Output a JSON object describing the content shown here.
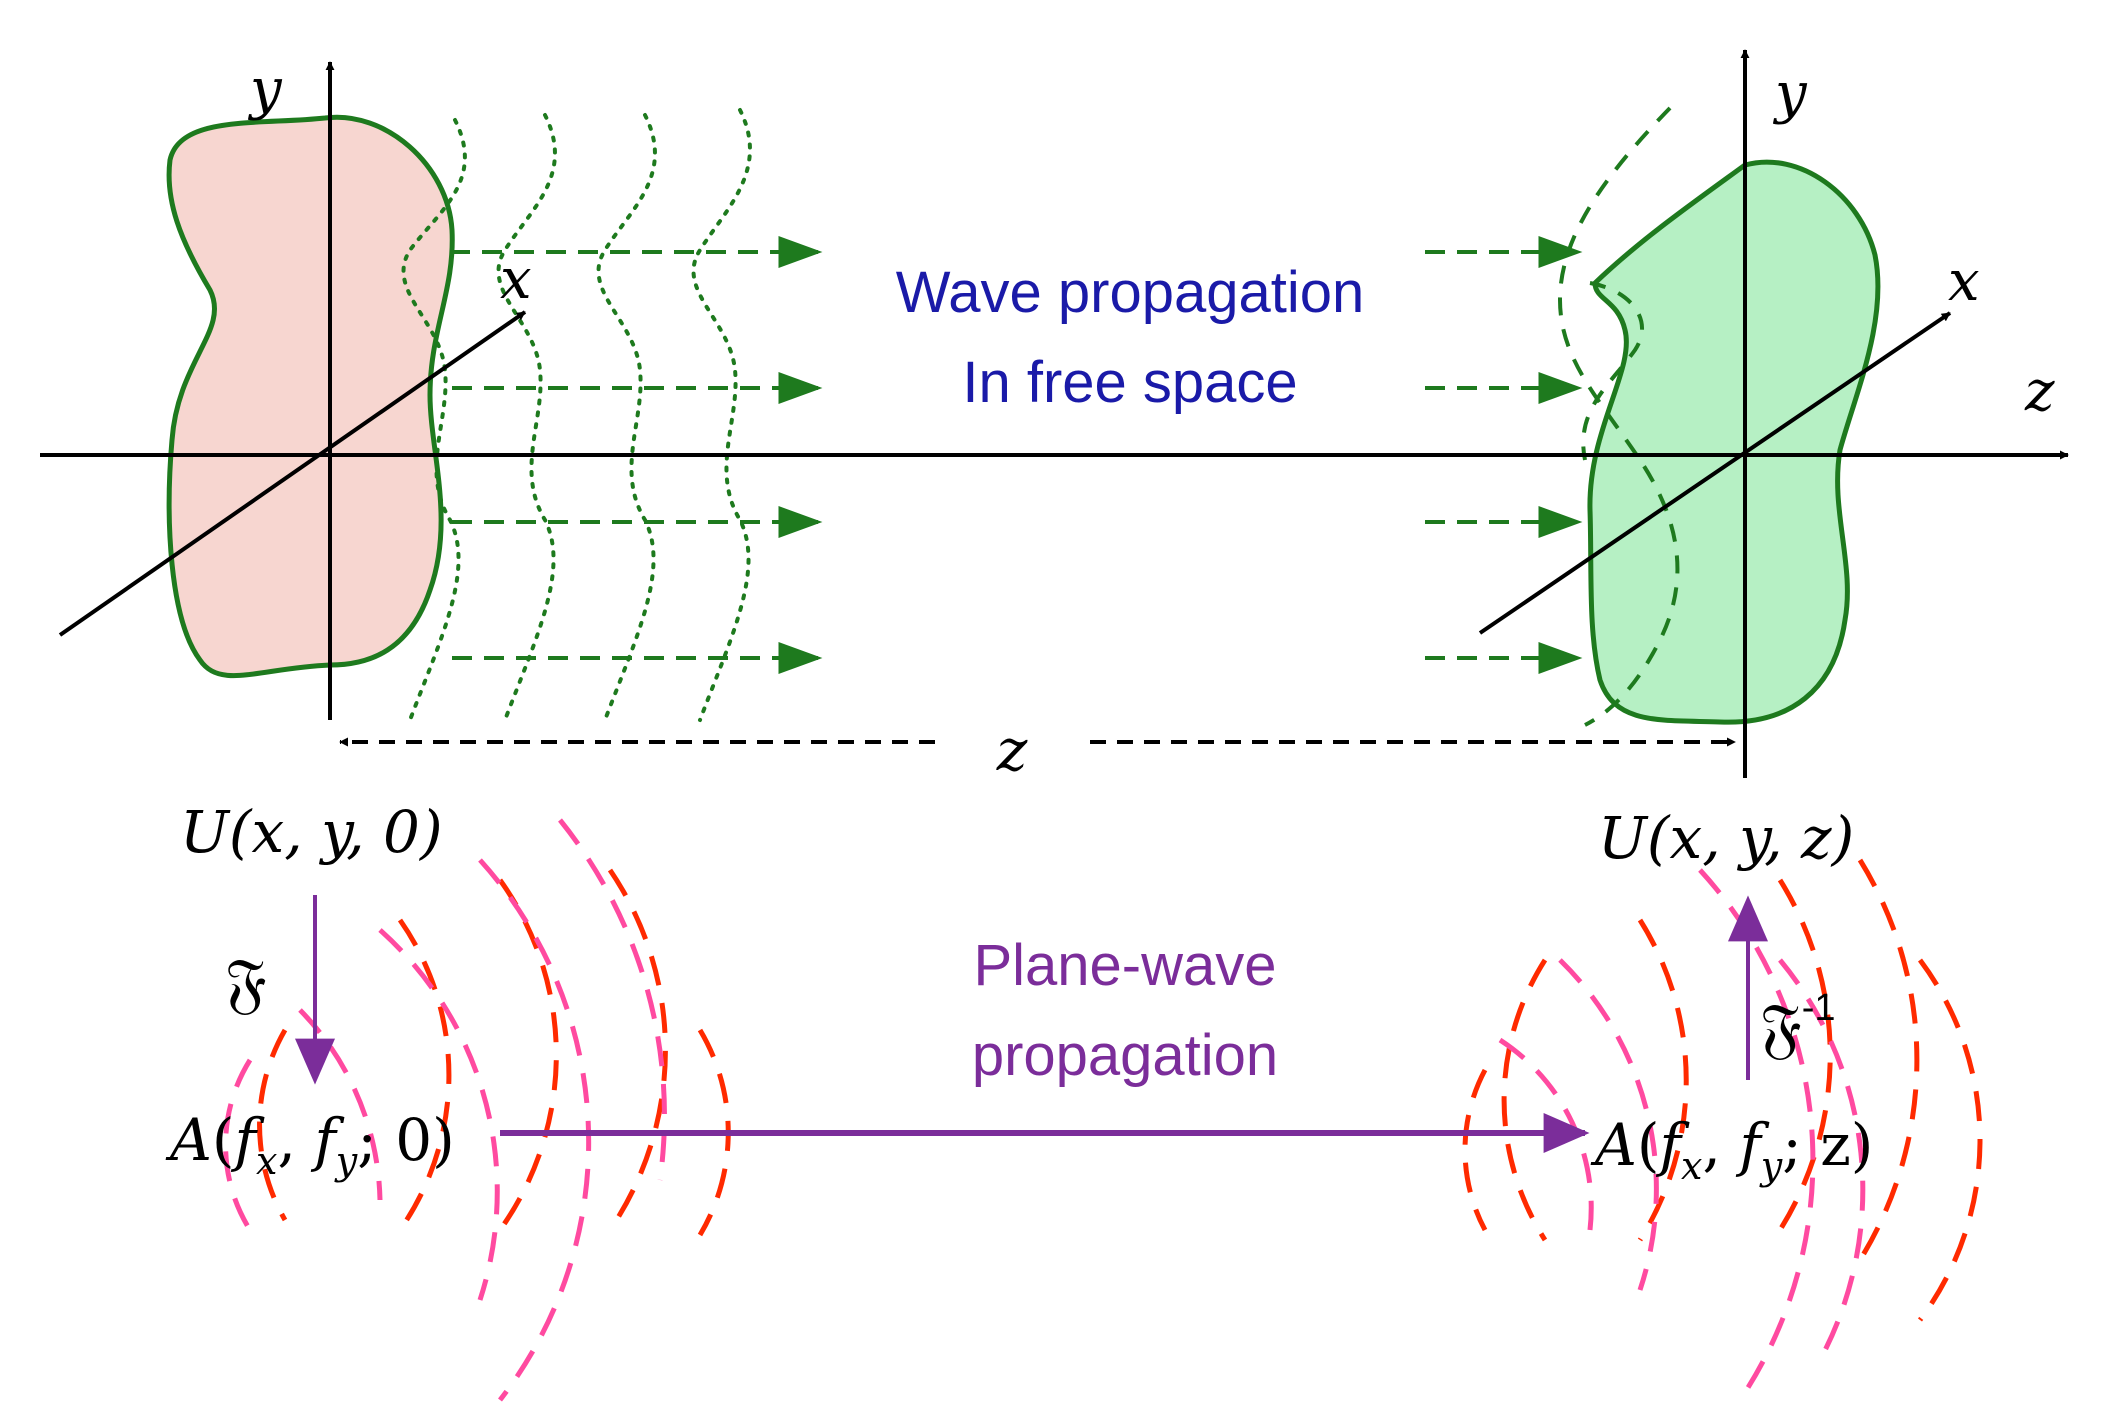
{
  "labels": {
    "source_y": "y",
    "source_x": "x",
    "target_y": "y",
    "target_x": "x",
    "target_z": "z",
    "distance_z": "z",
    "wave_line1": "Wave propagation",
    "wave_line2": "In free space",
    "plane_line1": "Plane-wave",
    "plane_line2": "propagation",
    "U0": {
      "U": "U",
      "args": "(x, y, 0)"
    },
    "Uz": {
      "U": "U",
      "args": "(x, y, z)"
    },
    "A0": {
      "A": "A",
      "open": "(",
      "f": "f",
      "sx": "x",
      "sy": "y",
      "tail": "; 0)"
    },
    "Az": {
      "A": "A",
      "open": "(",
      "f": "f",
      "sx": "x",
      "sy": "y",
      "tail": "; z)"
    },
    "fourier": "𝔉",
    "inverse_fourier": "𝔉",
    "inverse_exponent": "-1"
  },
  "colors": {
    "green": "#1e7a1e",
    "source_fill": "#f7d6d0",
    "target_fill": "#b6f0c4",
    "blue_text": "#1a1aa8",
    "purple": "#7b2d9a",
    "red_dash": "#ff2a00",
    "pink_dash": "#ff4aa0"
  }
}
